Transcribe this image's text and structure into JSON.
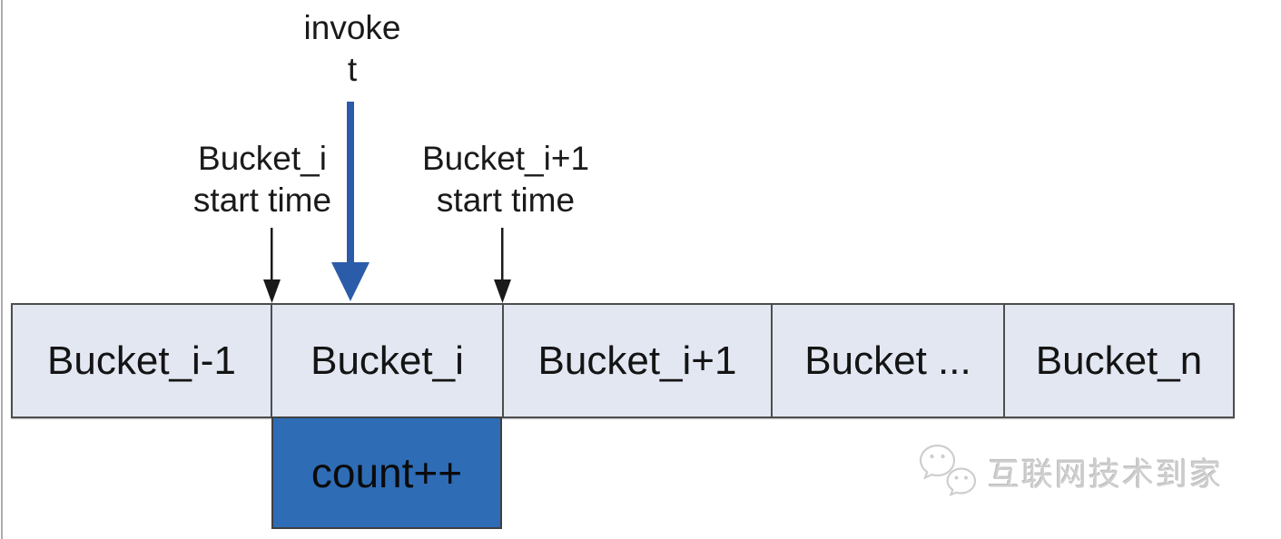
{
  "annotations": {
    "invoke": {
      "line1": "invoke",
      "line2": "t"
    },
    "bucket_i_start": {
      "line1": "Bucket_i",
      "line2": "start time"
    },
    "bucket_i1_start": {
      "line1": "Bucket_i+1",
      "line2": "start time"
    }
  },
  "buckets": {
    "cells": [
      {
        "label": "Bucket_i-1"
      },
      {
        "label": "Bucket_i"
      },
      {
        "label": "Bucket_i+1"
      },
      {
        "label": "Bucket ..."
      },
      {
        "label": "Bucket_n"
      }
    ]
  },
  "count_box": {
    "label": "count++"
  },
  "watermark": {
    "icon": "wechat-chat-bubbles-icon",
    "text": "互联网技术到家"
  },
  "colors": {
    "bucket_fill": "#e2e7f2",
    "bucket_border": "#4d4d4d",
    "count_box_fill": "#2e6cb6",
    "arrow_blue": "#2b5ca9",
    "arrow_black": "#1a1a1a",
    "watermark_gray": "#cecece"
  }
}
